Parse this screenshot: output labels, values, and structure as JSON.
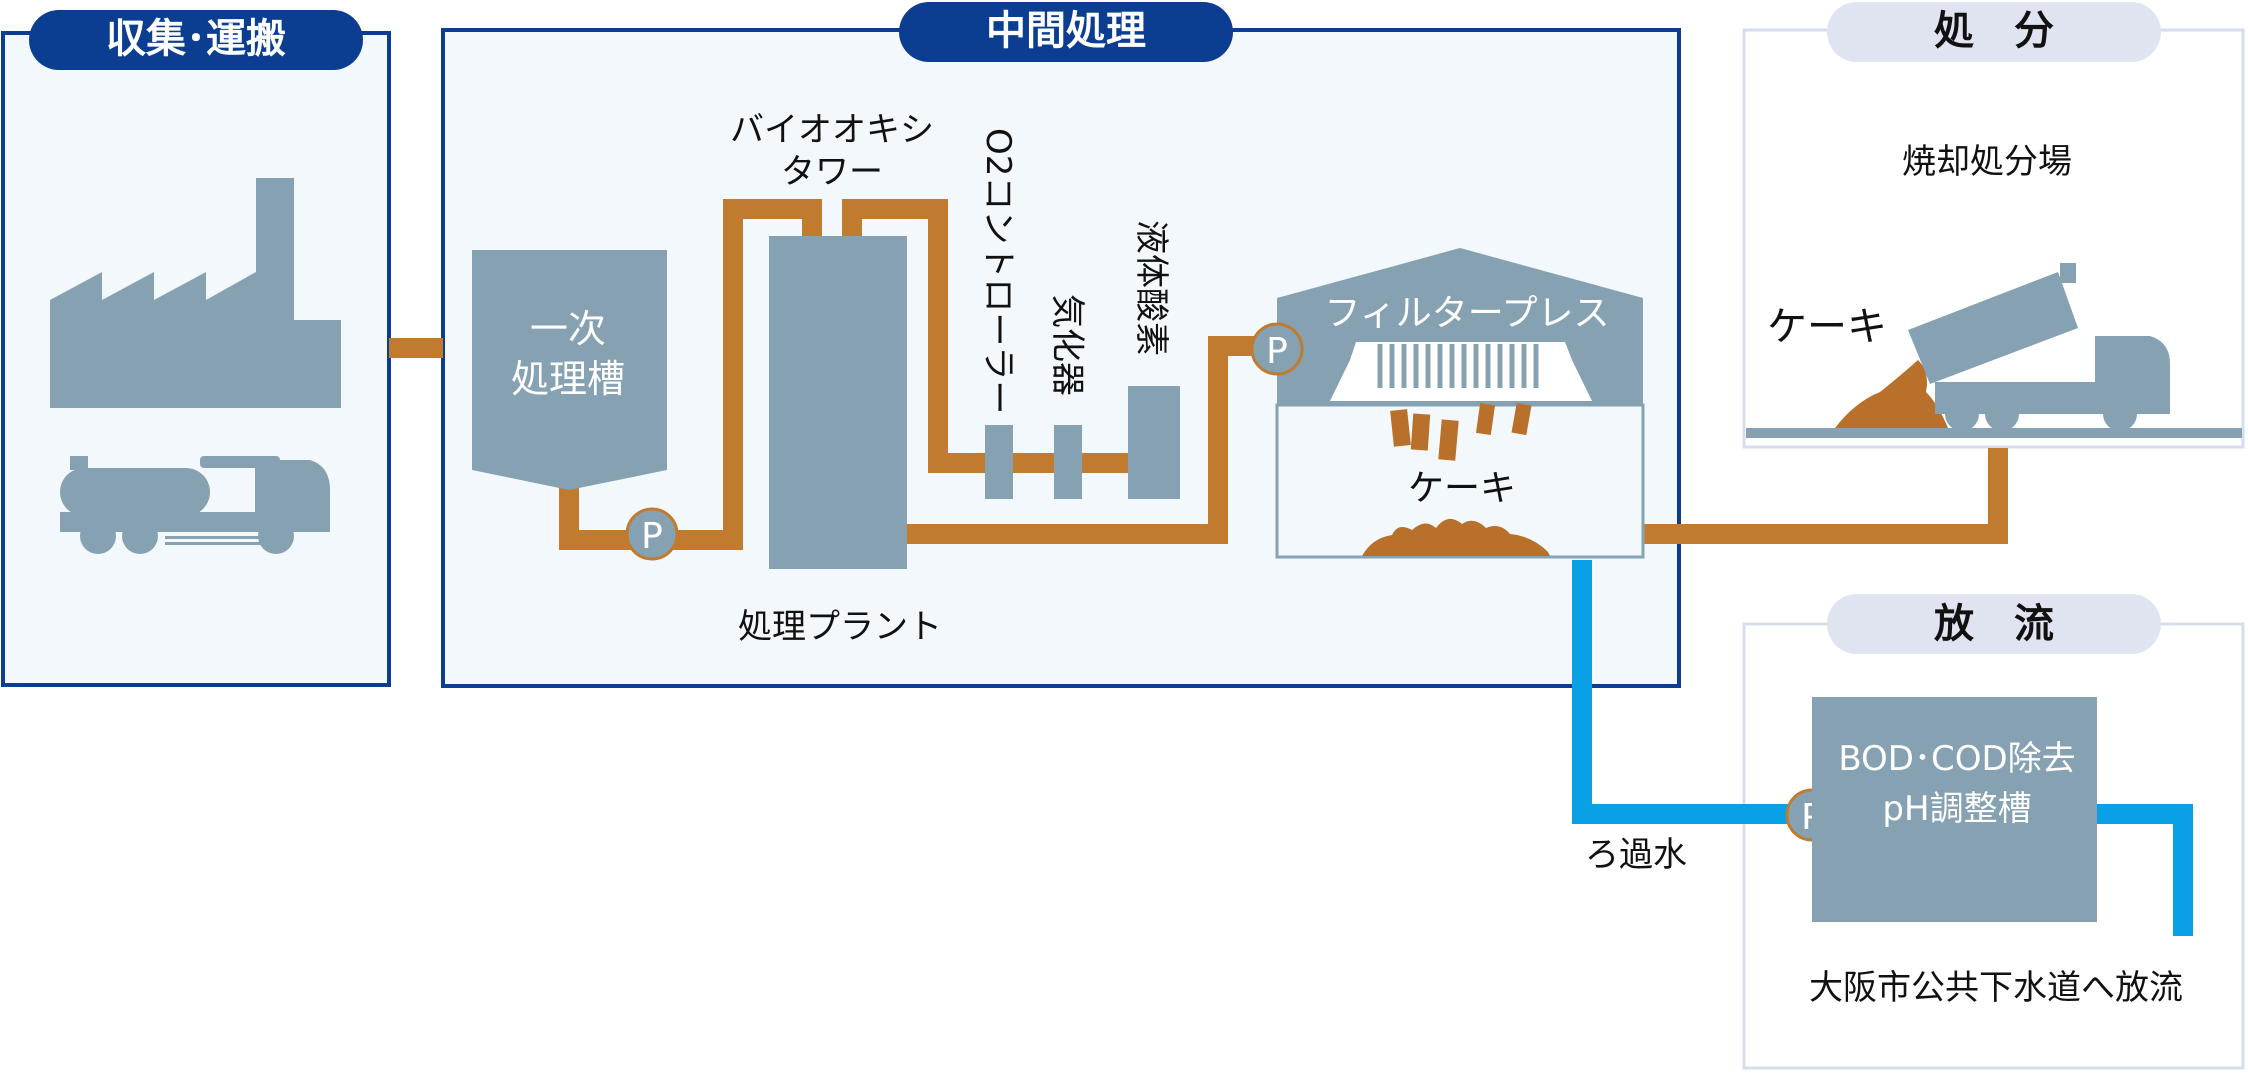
{
  "sections": {
    "collection": {
      "label": "収集･運搬"
    },
    "intermediate": {
      "label": "中間処理"
    },
    "disposal": {
      "label": "処　分"
    },
    "discharge": {
      "label": "放　流"
    }
  },
  "equipment": {
    "primary_tank": {
      "line1": "一次",
      "line2": "処理槽"
    },
    "bio_tower": {
      "line1": "バイオオキシ",
      "line2": "タワー"
    },
    "o2_controller": {
      "label": "O2コントローラー"
    },
    "vaporizer": {
      "label": "気化器"
    },
    "liquid_oxygen": {
      "label": "液体酸素"
    },
    "filter_press": {
      "label": "フィルタープレス"
    },
    "cake_press": {
      "label": "ケーキ"
    },
    "plant": {
      "label": "処理プラント"
    },
    "incineration": {
      "label": "焼却処分場"
    },
    "cake_disposal": {
      "label": "ケーキ"
    },
    "bod_tank": {
      "line1": "BOD･COD除去",
      "line2": "pH調整槽"
    },
    "filtrate": {
      "label": "ろ過水"
    },
    "sewer": {
      "label": "大阪市公共下水道へ放流"
    }
  },
  "pump_label": "P",
  "colors": {
    "navy": "#0b3d91",
    "pipe_brown": "#c07b2f",
    "pipe_blue": "#0aa0e6",
    "equipment_gray": "#86a2b2",
    "panel_fill": "#f3f8fc",
    "disposal_border": "#d6dceb",
    "disposal_header": "#dfe4f0",
    "cake": "#b8702b"
  }
}
